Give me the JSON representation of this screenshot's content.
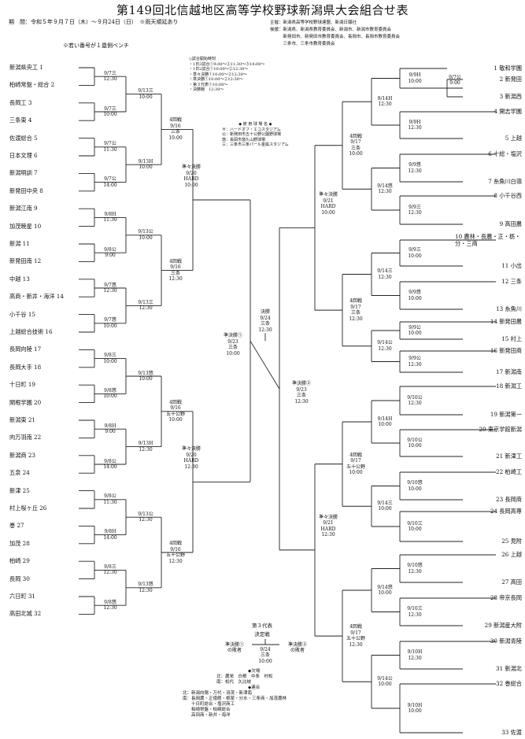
{
  "title": "第149回北信越地区高等学校野球新潟県大会組合せ表",
  "period": "期　間：令和５年９月７日（木）～９月24日（日）　※雨天順延あり",
  "host": [
    "主催：新潟県高等学校野球連盟、新潟日報社",
    "後援：新潟県、新潟県教育委員会、新潟市、新潟市教育委員会",
    "　　　新発田市、新発田市教育委員会、長岡市、長岡市教育委員会",
    "　　　三条市、三条市教育委員会"
  ],
  "note": "※若い番号が１塁側ベンチ",
  "start_times": {
    "head": "◇試合開始時刻",
    "lines": [
      "・1日3試合①9:00～②11:30～③14:00～",
      "・1日2試合①10:00～②12:30～",
      "・準々決勝①10:00～②12:30～",
      "・準決勝①10:00～②12:30～",
      "・第３代表①10:00～",
      "・決勝戦　12:30～"
    ]
  },
  "venues": {
    "head": "◆ 使 用 球 場 名 ◆",
    "lines": [
      "Ｈ：ハードオフ・エコスタジアム",
      "公：新発田市五十公野公園野球場",
      "悠：長岡市悠久山野球場",
      "三：三条市三条パール金属スタジアム"
    ]
  },
  "left_teams": [
    "新潟県央工",
    "柏崎常盤・総合",
    "長岡工",
    "三条東",
    "佐渡総合",
    "日本文理",
    "新潟明訓",
    "新発田中央",
    "新潟江南",
    "加茂暁星",
    "新潟",
    "新発田南",
    "中越",
    "高商・新井・海洋",
    "小千谷",
    "上越総合技術",
    "長岡向陵",
    "長岡大手",
    "十日町",
    "関根学園",
    "新潟東",
    "向万羽南",
    "新潟商",
    "五泉",
    "新津",
    "村上桜ヶ丘",
    "巻",
    "加茂",
    "柏崎",
    "長岡",
    "六日町",
    "高田北城"
  ],
  "right_teams": [
    "敬和学園",
    "新発田",
    "新潟西",
    "開志学園",
    "上越",
    "十総・塩沢",
    "糸魚川白嶺",
    "小千谷西",
    "高田農",
    "農林・長農・正・栃・分・三商",
    "小出",
    "三条",
    "糸魚川",
    "新発田農",
    "村上",
    "新発田商",
    "新潟南",
    "新潟工",
    "新潟第一",
    "東京学館新潟",
    "新津工",
    "柏崎工",
    "長岡商",
    "長岡高専",
    "見附",
    "上越",
    "高田",
    "帝京長岡",
    "新潟産大附",
    "新潟青陵",
    "新潟北",
    "巻総合",
    "佐渡"
  ],
  "left_r1": [
    "9/7三\n12:30",
    "9/7三\n10:00",
    "9/7公\n11:30",
    "9/7公\n14:00",
    "9/8H\n11:30",
    "9/8公\n9:00",
    "9/7悠\n12:30",
    "9/7悠\n10:00",
    "9/8三\n10:00",
    "9/8悠\n10:00",
    "9/8H\n9:00",
    "9/8公\n14:00",
    "9/8公\n11:30",
    "9/8H\n14:00",
    "9/8三\n12:30",
    "9/8悠\n12:30"
  ],
  "left_r2": [
    "9/13三\n10:00",
    "9/13H\n10:00",
    "9/13公\n10:00",
    "9/13三\n12:30",
    "9/13悠\n10:00",
    "9/13H\n12:30",
    "9/13公\n12:30",
    "9/13悠\n12:30"
  ],
  "left_r3": [
    "4回戦\n9/16\n三条\n10:00",
    "4回戦\n9/16\n三条\n12:30",
    "4回戦\n9/16\n五十公野\n10:00",
    "4回戦\n9/16\n五十公野\n12:30"
  ],
  "left_qf": [
    "準々決勝\n9/20\nHARD\n10:00",
    "準々決勝\n9/20\nHARD\n12:30"
  ],
  "semi1": "準決勝①\n9/23\n三条\n10:00",
  "semi2": "準決勝②\n9/23\n三条\n12:30",
  "final": "決勝\n9/24\n三条\n12:30",
  "right_r0": "9/7公\n9:00",
  "right_r1": [
    "9/9H\n10:00",
    "9/9H\n12:30",
    "9/9悠\n12:30",
    "9/9三\n12:30",
    "9/9三\n10:00",
    "9/9悠\n10:00",
    "9/9公\n10:00",
    "9/9公\n12:30",
    "9/10公\n12:30",
    "9/10公\n10:00",
    "9/10悠\n10:00",
    "9/10三\n10:00",
    "9/10悠\n12:30",
    "9/10三\n12:30",
    "9/10H\n12:30",
    "9/10H\n10:00"
  ],
  "right_r2": [
    "9/14H\n12:30",
    "9/14悠\n12:30",
    "9/14三\n12:30",
    "9/14公\n12:30",
    "9/14H\n10:00",
    "9/14三\n10:00",
    "9/14悠\n10:00",
    "9/14公\n10:00"
  ],
  "right_r3": [
    "4回戦\n9/17\n三条\n10:00",
    "4回戦\n9/17\n三条\n12:30",
    "4回戦\n9/17\n五十公野\n10:00",
    "4回戦\n9/17\n五十公野\n12:30"
  ],
  "right_qf": [
    "準々決勝\n9/21\nHARD\n10:00",
    "準々決勝\n9/21\nHARD\n12:30"
  ],
  "third": {
    "title1": "第３代表",
    "title2": "決定戦",
    "info": "9/24\n三条\n10:00",
    "left": "準決勝①\nの敗者",
    "right": "準決勝②\nの敗者"
  },
  "forfeit": {
    "head1": "◆欠場",
    "l1": "北：農栄　白根　中条　村松",
    "l2": "南：松代　久比岐",
    "head2": "◆連合",
    "l3": "北：新潟向陽・万代・羽茂・新津南",
    "l4": "南：長岡農・正徳館・栃尾・分水・三条商・加茂農林",
    "l5": "　　十日町総合・塩沢商工",
    "l6": "　　柏崎常盤・柏崎総合",
    "l7": "　　高田商・新井・海洋"
  }
}
